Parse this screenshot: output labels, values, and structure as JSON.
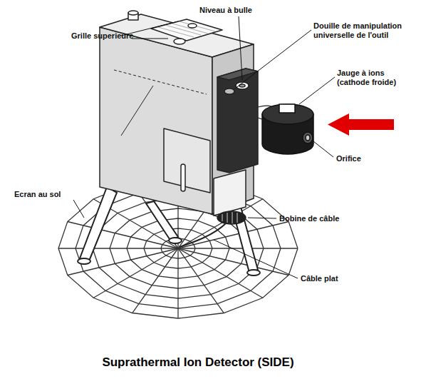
{
  "diagram": {
    "caption": "Suprathermal Ion Detector (SIDE)",
    "labels": [
      "Grille superieure",
      "Niveau à bulle",
      "Douille de manipulation universelle de l'outil",
      "Jauge à ions (cathode froide)",
      "Orifice",
      "Ecran au sol",
      "Bobine de câble",
      "Câble plat"
    ]
  }
}
